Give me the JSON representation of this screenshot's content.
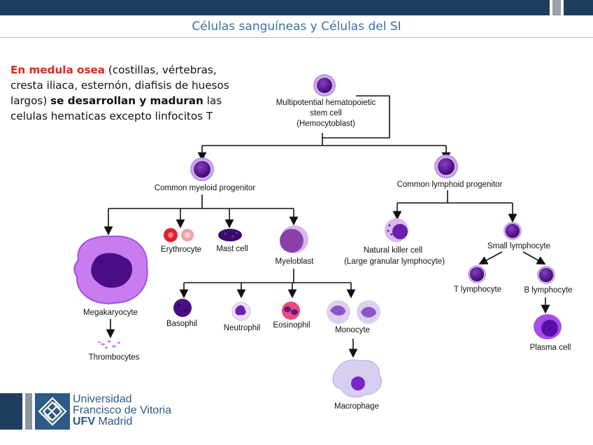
{
  "header": {
    "title": "Células sanguíneas y Células del SI"
  },
  "intro": {
    "red": "En medula osea",
    "part1": " (costillas, vértebras, cresta iliaca,  esternón, diafisis de huesos largos) ",
    "bold": "se desarrollan y maduran",
    "part2": " las celulas hematicas excepto linfocitos T"
  },
  "diagram": {
    "stem_line1": "Multipotential hematopoietic",
    "stem_line2": "stem cell",
    "stem_line3": "(Hemocytoblast)",
    "myeloid": "Common myeloid progenitor",
    "lymphoid": "Common lymphoid progenitor",
    "megakaryocyte": "Megakaryocyte",
    "thrombocytes": "Thrombocytes",
    "erythrocyte": "Erythrocyte",
    "mast_cell": "Mast cell",
    "myeloblast": "Myeloblast",
    "basophil": "Basophil",
    "neutrophil": "Neutrophil",
    "eosinophil": "Eosinophil",
    "monocyte": "Monocyte",
    "macrophage": "Macrophage",
    "nk_line1": "Natural killer cell",
    "nk_line2": "(Large granular lymphocyte)",
    "small_lymphocyte": "Small lymphocyte",
    "t_lymphocyte": "T lymphocyte",
    "b_lymphocyte": "B lymphocyte",
    "plasma_cell": "Plasma cell"
  },
  "footer": {
    "line1": "Universidad",
    "line2": "Francisco de Vitoria",
    "ufv": "UFV",
    "madrid": " Madrid"
  },
  "colors": {
    "header_bar": "#1f3d5e",
    "title": "#3b6fa6",
    "highlight_red": "#e1251b",
    "cell_purple": "#5a1a8a",
    "cell_halo": "#c9a6e8"
  }
}
